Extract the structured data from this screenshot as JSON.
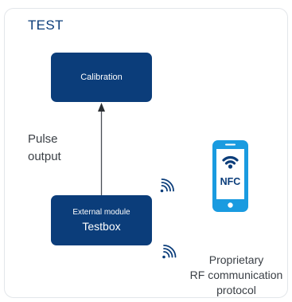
{
  "title": "TEST",
  "calibration": {
    "label": "Calibration"
  },
  "pulse": {
    "line1": "Pulse",
    "line2": "output"
  },
  "testbox": {
    "line1": "External module",
    "line2": "Testbox"
  },
  "phone": {
    "label": "NFC"
  },
  "rf": {
    "line1": "Proprietary",
    "line2": "RF communication",
    "line3": "protocol"
  },
  "colors": {
    "primary": "#0b3d7a",
    "text": "#3a3f45",
    "accent": "#1a9be0"
  },
  "icons": [
    "arrow-up-icon",
    "wifi-icon",
    "nfc-phone-icon",
    "rf-signal-icon"
  ]
}
